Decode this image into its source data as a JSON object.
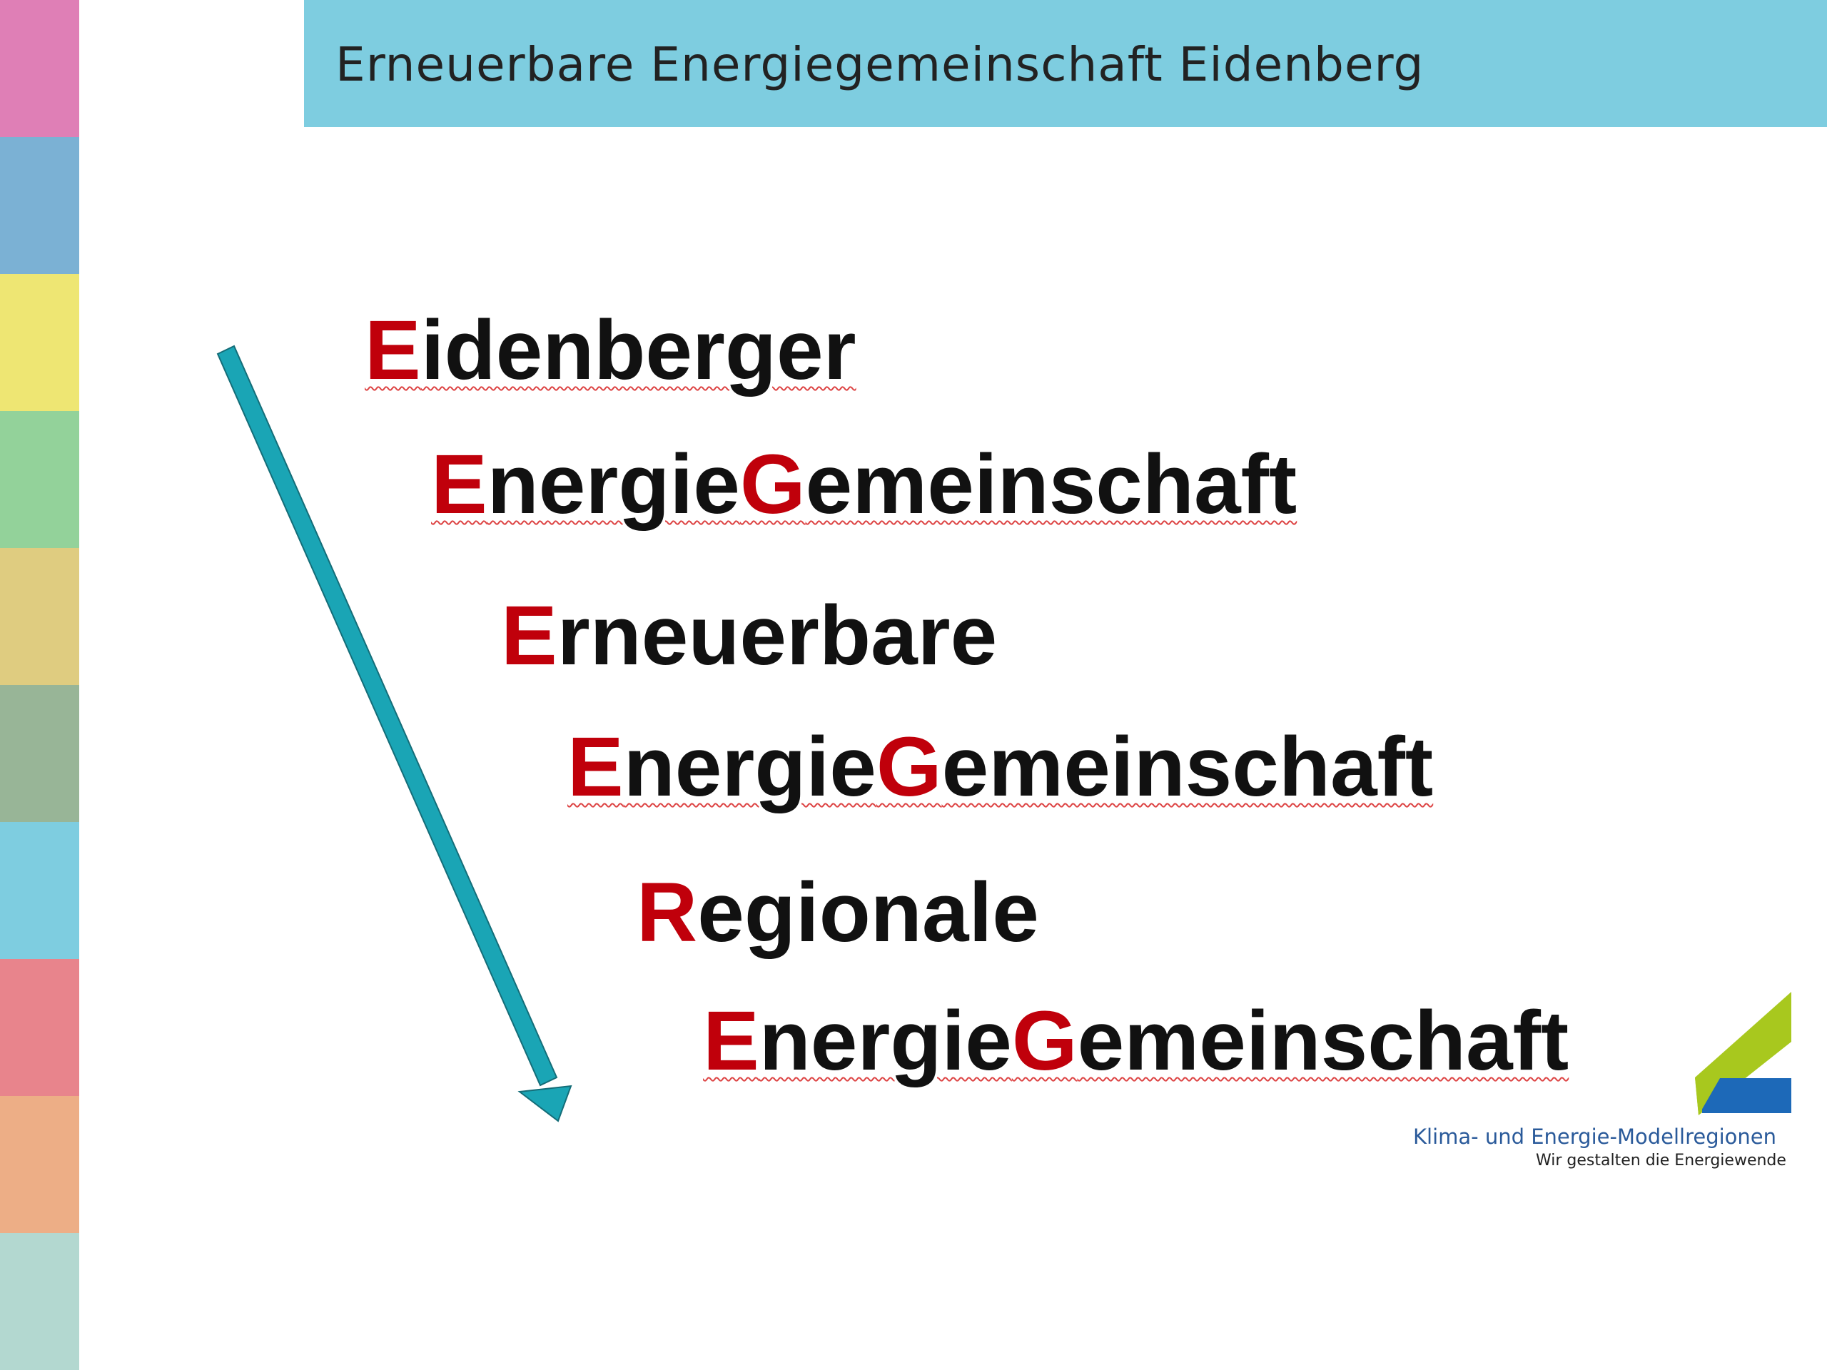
{
  "header": {
    "title": "Erneuerbare Energiegemeinschaft Eidenberg"
  },
  "side_strip_colors": [
    "#df7fb6",
    "#7bb1d4",
    "#eee673",
    "#93d29a",
    "#dfcc80",
    "#98b597",
    "#7ecde0",
    "#e8848c",
    "#edae86",
    "#b3d8d0"
  ],
  "colors": {
    "accent_letter": "#c0000b",
    "arrow": "#1aa5b5",
    "header_bg": "#7ecde0"
  },
  "lines": [
    {
      "first": "E",
      "rest": "idenberger"
    },
    {
      "first": "E",
      "mid": "nergie",
      "second": "G",
      "rest": "emeinschaft"
    },
    {
      "first": "E",
      "rest": "rneuerbare"
    },
    {
      "first": "E",
      "mid": "nergie",
      "second": "G",
      "rest": "emeinschaft"
    },
    {
      "first": "R",
      "rest": "egionale"
    },
    {
      "first": "E",
      "mid": "nergie",
      "second": "G",
      "rest": "emeinschaft"
    }
  ],
  "logo": {
    "name": "Klima- und Energie-Modellregionen",
    "tagline": "Wir gestalten die Energiewende"
  }
}
